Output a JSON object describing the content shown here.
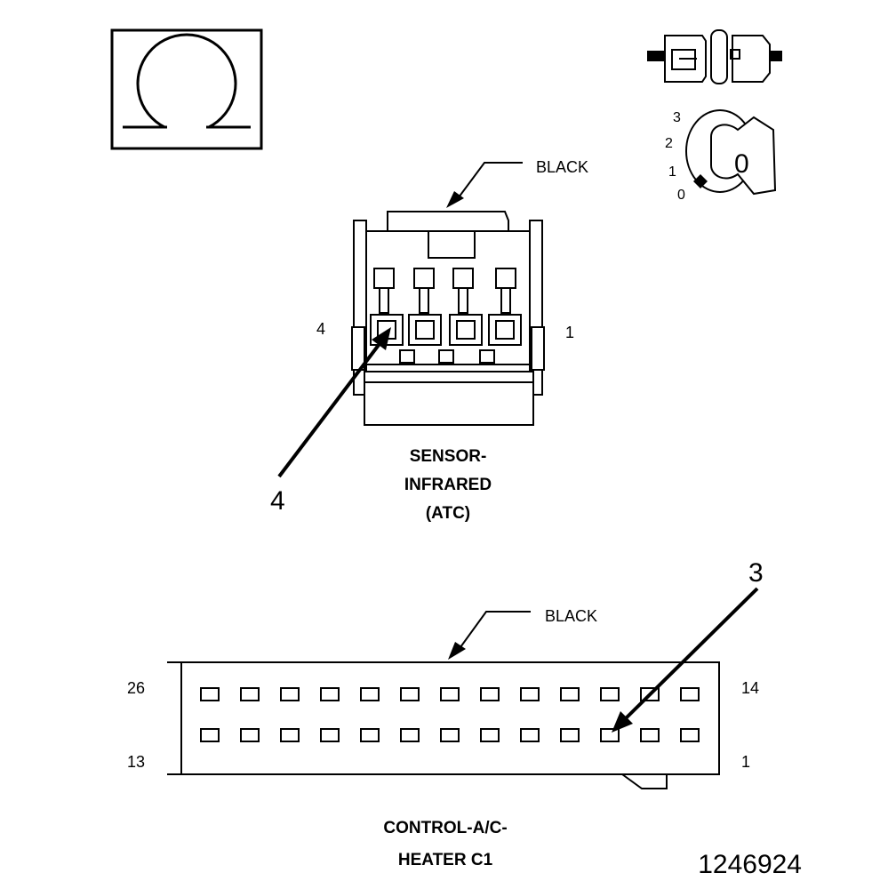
{
  "ohmmeter_symbol": "ohm-icon",
  "sensor_connector": {
    "color_label": "BLACK",
    "pin_left": "4",
    "pin_right": "1",
    "title_line1": "SENSOR-",
    "title_line2": "INFRARED",
    "title_line3": "(ATC)",
    "callout": "4"
  },
  "module_connector": {
    "color_label": "BLACK",
    "pin_top_left": "26",
    "pin_top_right": "14",
    "pin_bottom_left": "13",
    "pin_bottom_right": "1",
    "title_line1": "CONTROL-A/C-",
    "title_line2": "HEATER C1",
    "callout": "3"
  },
  "ignition_key": {
    "positions": [
      "3",
      "2",
      "1",
      "0"
    ],
    "key_label": "0"
  },
  "figure_number": "1246924"
}
